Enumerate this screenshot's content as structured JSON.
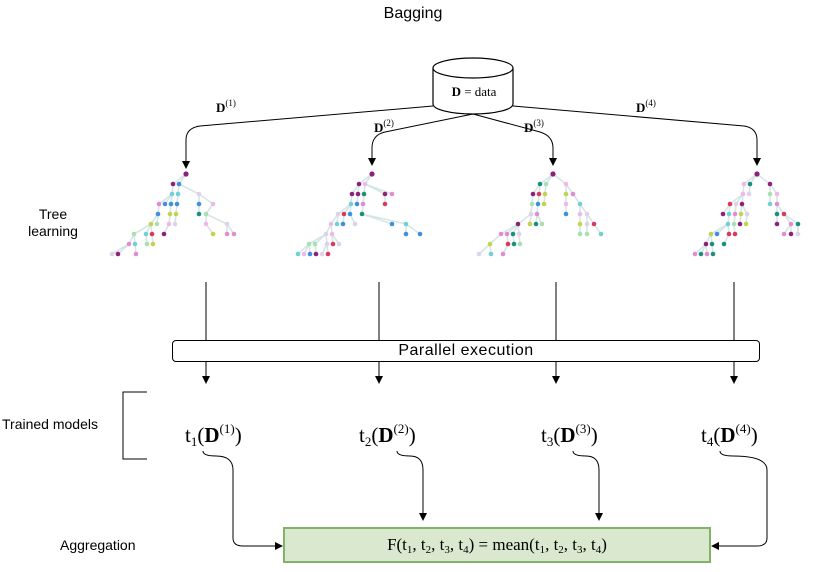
{
  "title": "Bagging",
  "database": {
    "symbol": "D",
    "equals": " = data"
  },
  "dataset_labels": [
    {
      "symbol": "D",
      "sup": "(1)"
    },
    {
      "symbol": "D",
      "sup": "(2)"
    },
    {
      "symbol": "D",
      "sup": "(3)"
    },
    {
      "symbol": "D",
      "sup": "(4)"
    }
  ],
  "side_labels": {
    "tree_learning_line1": "Tree",
    "tree_learning_line2": "learning",
    "trained_models": "Trained models",
    "aggregation": "Aggregation"
  },
  "parallel_label": "Parallel execution",
  "models": [
    {
      "t": "t",
      "sub": "1",
      "D": "D",
      "sup": "(1)"
    },
    {
      "t": "t",
      "sub": "2",
      "D": "D",
      "sup": "(2)"
    },
    {
      "t": "t",
      "sub": "3",
      "D": "D",
      "sup": "(3)"
    },
    {
      "t": "t",
      "sub": "4",
      "D": "D",
      "sup": "(4)"
    }
  ],
  "aggregation_formula": {
    "F": "F(t",
    "mean": "mean(t",
    "subs": [
      "1",
      "2",
      "3",
      "4"
    ]
  },
  "colors": {
    "aggregation_fill": "#dae8d0",
    "aggregation_border": "#82b366",
    "tree_node_palette": [
      "#8e1f7b",
      "#1a8f7c",
      "#c2d44a",
      "#e28bd4",
      "#3d8fe0",
      "#d63a5e",
      "#6fd1d8",
      "#a8e0b3",
      "#f0b8e8",
      "#e0d0ea"
    ]
  }
}
